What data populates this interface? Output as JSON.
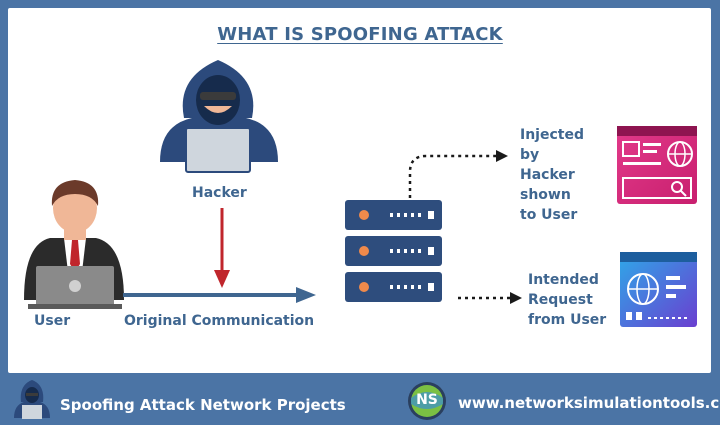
{
  "title": "WHAT IS SPOOFING ATTACK",
  "nodes": {
    "hacker": "Hacker",
    "user": "User",
    "injected": "Injected by Hacker shown to User",
    "intended": "Intended Request from User"
  },
  "edges": {
    "original": "Original Communication"
  },
  "footer": {
    "title": "Spoofing Attack Network Projects",
    "logo": "NS",
    "url": "www.networksimulationtools.com"
  },
  "colors": {
    "accent": "#3f6690",
    "footer_bg": "#4b74a5",
    "arrow_red": "#c0262c",
    "server": "#2e4d7d",
    "pink": "#e0247a"
  }
}
